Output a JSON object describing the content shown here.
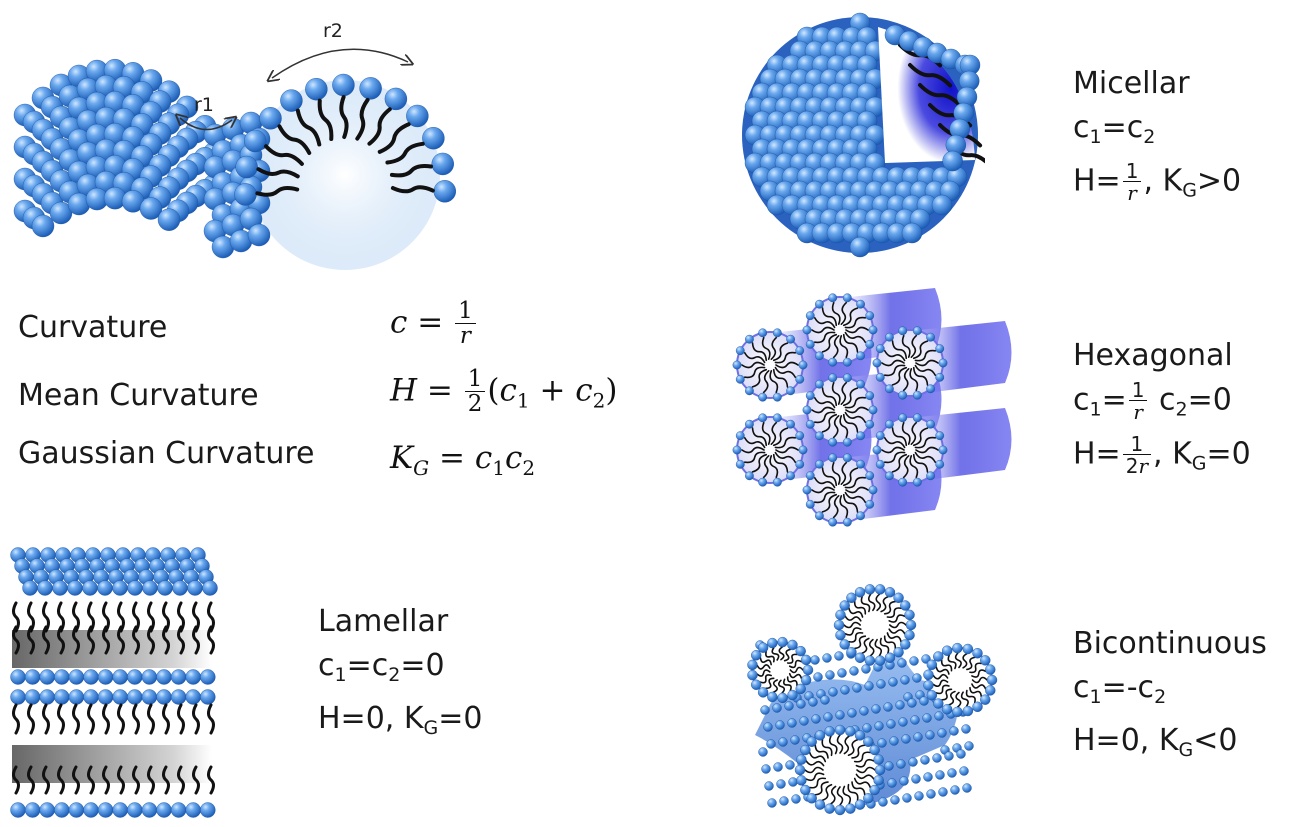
{
  "top_diagram": {
    "r1_label": "r1",
    "r2_label": "r2"
  },
  "definitions": [
    {
      "name": "Curvature",
      "lhs": "c",
      "eq": "=",
      "frac_num": "1",
      "frac_den": "r",
      "rest": ""
    },
    {
      "name": "Mean Curvature",
      "lhs": "H",
      "eq": "=",
      "frac_num": "1",
      "frac_den": "2",
      "rest": "(c1 + c2)"
    },
    {
      "name": "Gaussian Curvature",
      "lhs": "KG",
      "eq": "=",
      "rest": "c1c2"
    }
  ],
  "phases": {
    "micellar": {
      "title": "Micellar",
      "line1": "c1=c2",
      "line2_prefix": "H=",
      "frac_num": "1",
      "frac_den": "r",
      "line2_suffix": ", KG>0"
    },
    "hexagonal": {
      "title": "Hexagonal",
      "line1_prefix": "c1=",
      "frac1_num": "1",
      "frac1_den": "r",
      "line1_suffix": " c2=0",
      "line2_prefix": "H=",
      "frac2_num": "1",
      "frac2_den": "2r",
      "line2_suffix": ", KG=0"
    },
    "lamellar": {
      "title": "Lamellar",
      "line1": "c1=c2=0",
      "line2": "H=0, KG=0"
    },
    "bicontinuous": {
      "title": "Bicontinuous",
      "line1": "c1=-c2",
      "line2": "H=0, KG<0"
    }
  },
  "colors": {
    "bead": "#4a8fe0",
    "bead_dark": "#1d5fb8",
    "tail": "#111111",
    "core": "#2a2ad8"
  }
}
